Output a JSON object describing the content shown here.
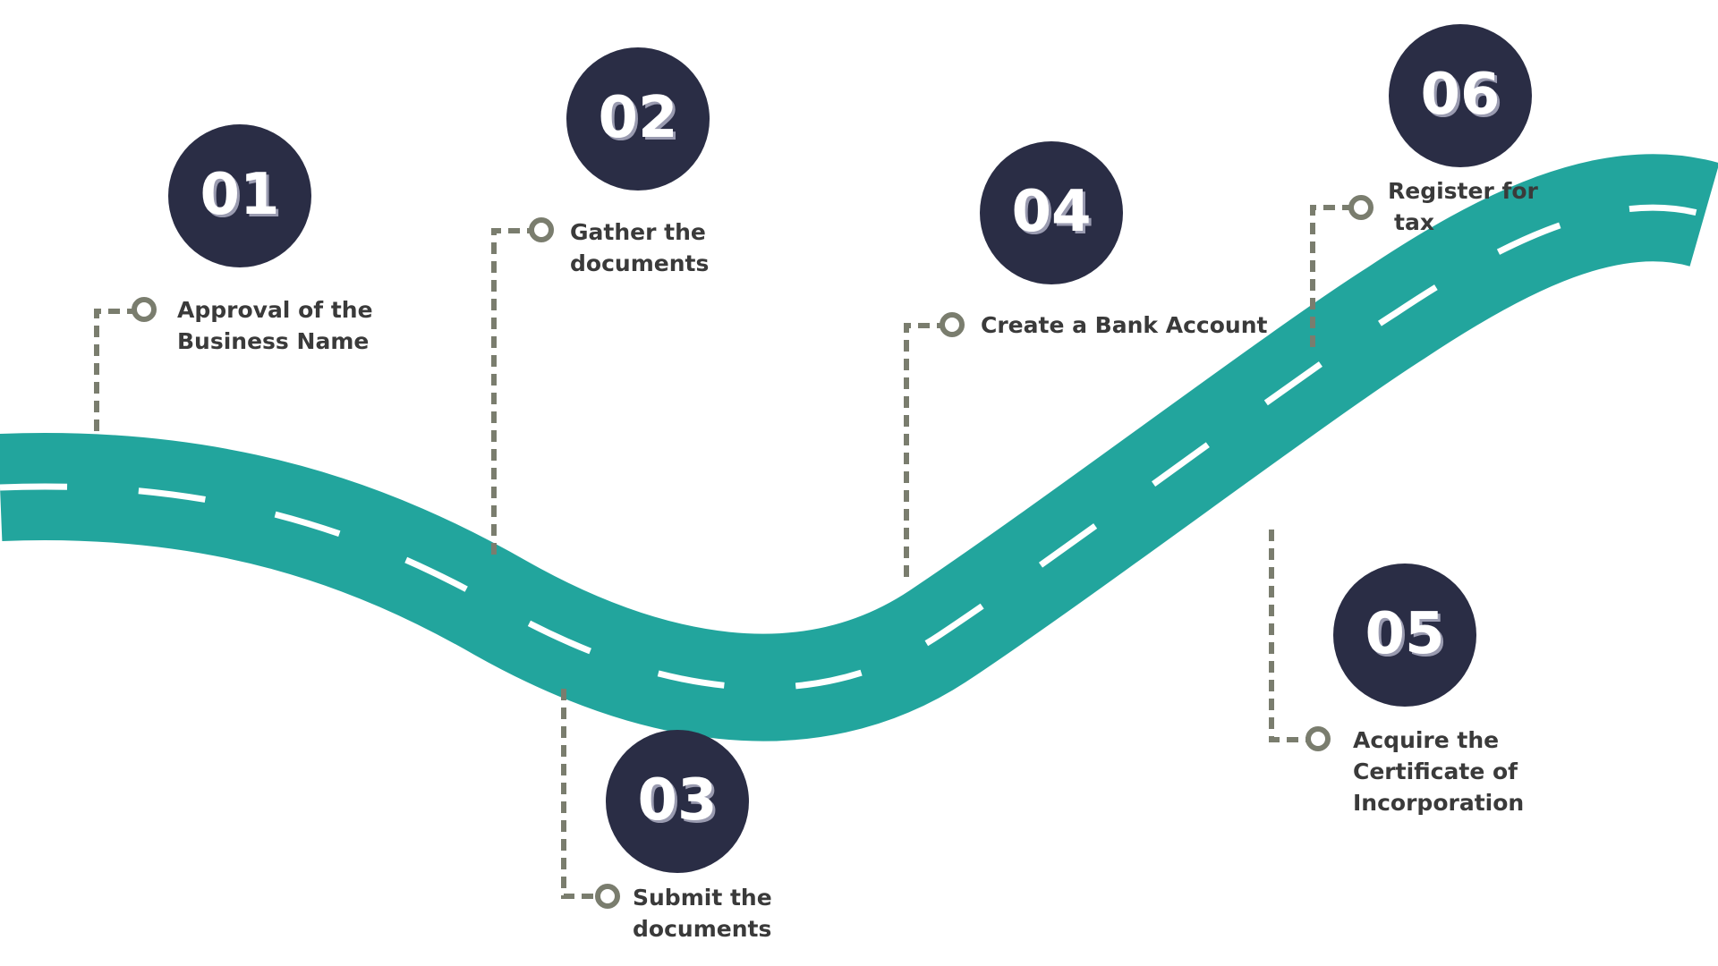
{
  "colors": {
    "road": "#22a59d",
    "road_dash": "#ffffff",
    "circle": "#2a2d45",
    "connector": "#7a7d6e",
    "label_text": "#3a3a3a",
    "number_text": "#ffffff"
  },
  "steps": [
    {
      "number": "01",
      "label_lines": [
        "Approval of the",
        "Business Name"
      ]
    },
    {
      "number": "02",
      "label_lines": [
        "Gather the",
        "documents"
      ]
    },
    {
      "number": "03",
      "label_lines": [
        "Submit the",
        "documents"
      ]
    },
    {
      "number": "04",
      "label_lines": [
        "Create a Bank Account"
      ]
    },
    {
      "number": "05",
      "label_lines": [
        "Acquire the",
        "Certificate of",
        "Incorporation"
      ]
    },
    {
      "number": "06",
      "label_lines": [
        "Register for",
        "tax"
      ]
    }
  ]
}
